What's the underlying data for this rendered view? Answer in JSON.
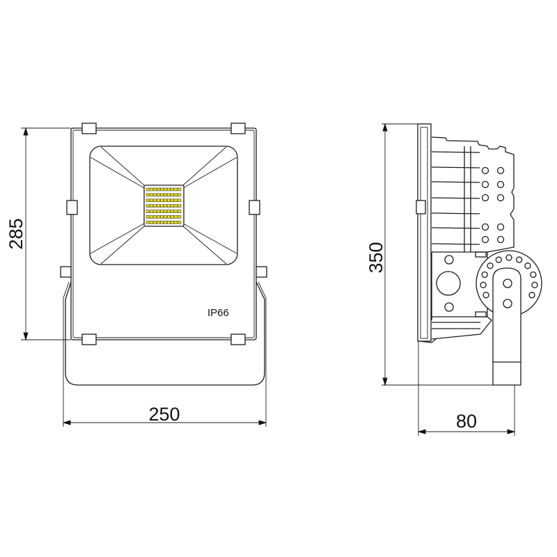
{
  "front_view": {
    "label": "IP66",
    "width_dimension": "250",
    "height_dimension": "285",
    "led_color": "#f2e600",
    "led_rows": 7,
    "led_cols": 10
  },
  "side_view": {
    "height_dimension": "350",
    "depth_dimension": "80"
  }
}
